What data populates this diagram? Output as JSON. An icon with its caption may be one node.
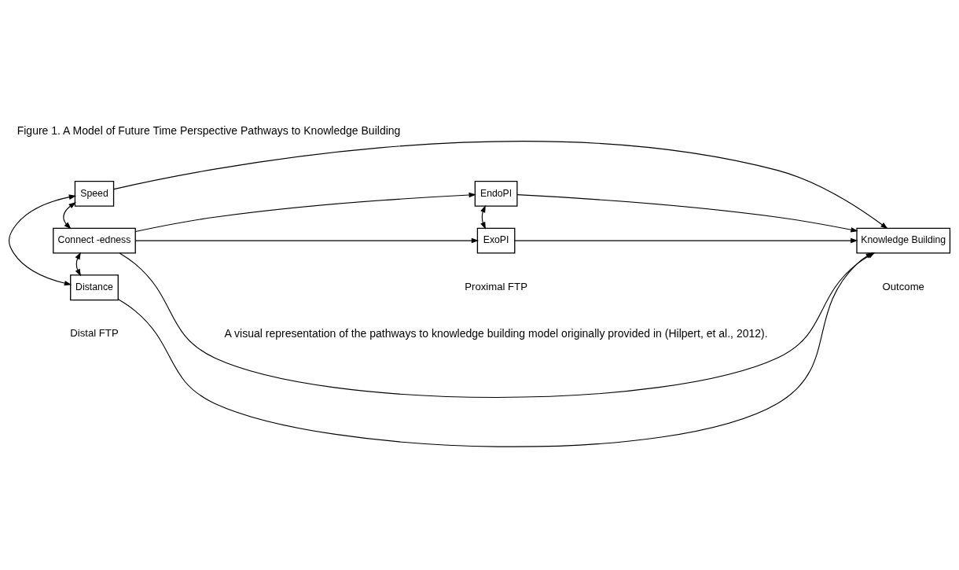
{
  "diagram": {
    "title": "Figure 1. A Model of Future Time Perspective Pathways to Knowledge Building",
    "caption": "A visual representation of the pathways to knowledge building model originally provided in (Hilpert, et al., 2012).",
    "nodes": [
      {
        "text": [
          "EndoPI"
        ]
      },
      {
        "text": [
          "Speed"
        ]
      },
      {
        "text": [
          "Connect -edness"
        ]
      },
      {
        "text": [
          "Knowledge Building"
        ]
      },
      {
        "text": [
          "Distance"
        ]
      },
      {
        "text": [
          "ExoPI"
        ]
      }
    ],
    "edges": [
      {
        "from": 1,
        "to": 2,
        "arrow": "both"
      },
      {
        "from": 2,
        "to": 4,
        "arrow": "both"
      },
      {
        "from": 1,
        "to": 4,
        "arrow": "both"
      },
      {
        "from": 0,
        "to": 5,
        "arrow": "both"
      },
      {
        "from": 1,
        "to": 3,
        "arrow": "to"
      },
      {
        "from": 2,
        "to": 0,
        "arrow": "to"
      },
      {
        "from": 2,
        "to": 3,
        "arrow": "to"
      },
      {
        "from": 2,
        "to": 5,
        "arrow": "to"
      },
      {
        "from": 4,
        "to": 3,
        "arrow": "to"
      },
      {
        "from": 0,
        "to": 3,
        "arrow": "to"
      },
      {
        "from": 5,
        "to": 3,
        "arrow": "to"
      }
    ],
    "labels": [
      "Distal FTP",
      "Proximal FTP",
      "Outcome"
    ]
  }
}
